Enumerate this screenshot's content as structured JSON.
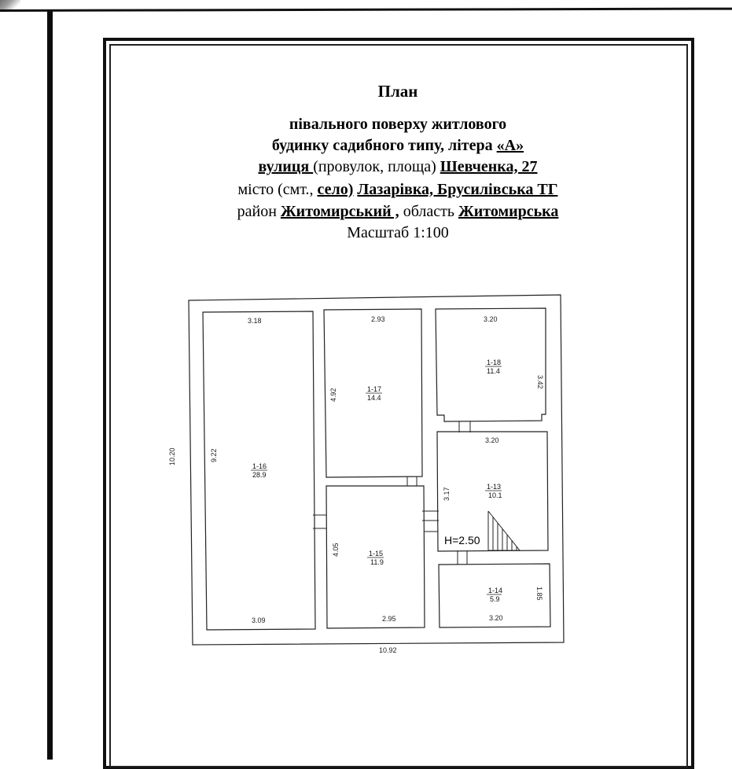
{
  "title": {
    "heading": "План",
    "line1": "півального поверху житлового",
    "line2_a": "будинку садибного типу, літера ",
    "line2_b": "«А»",
    "line3_a": "вулиця ",
    "line3_b": "(провулок, площа)  ",
    "line3_c": "Шевченка, 27",
    "line4_a": "місто (смт., ",
    "line4_b": "село)",
    "line4_c": " ",
    "line4_d": "Лазарівка, Брусилівська ТГ",
    "line5_a": "район ",
    "line5_b": "Житомирський ,",
    "line5_c": " область ",
    "line5_d": "Житомирська",
    "scale": "Масштаб 1:100"
  },
  "plan": {
    "overall_height": "10.20",
    "overall_width": "10.92",
    "height_note": "H=2.50",
    "rooms": [
      {
        "id": "1-16",
        "area": "28.9",
        "top_dim": "3.18",
        "side_dim": "9.22",
        "bottom_dim": "3.09"
      },
      {
        "id": "1-17",
        "area": "14.4",
        "top_dim": "2.93",
        "side_dim": "4.92"
      },
      {
        "id": "1-15",
        "area": "11.9",
        "side_dim": "4.05",
        "bottom_dim": "2.95"
      },
      {
        "id": "1-18",
        "area": "11.4",
        "top_dim": "3.20",
        "side_dim": "3.42"
      },
      {
        "id": "1-13",
        "area": "10.1",
        "top_dim": "3.20",
        "side_dim": "3.17"
      },
      {
        "id": "1-14",
        "area": "5.9",
        "bottom_dim": "3.20",
        "side_dim": "1.85"
      }
    ]
  }
}
